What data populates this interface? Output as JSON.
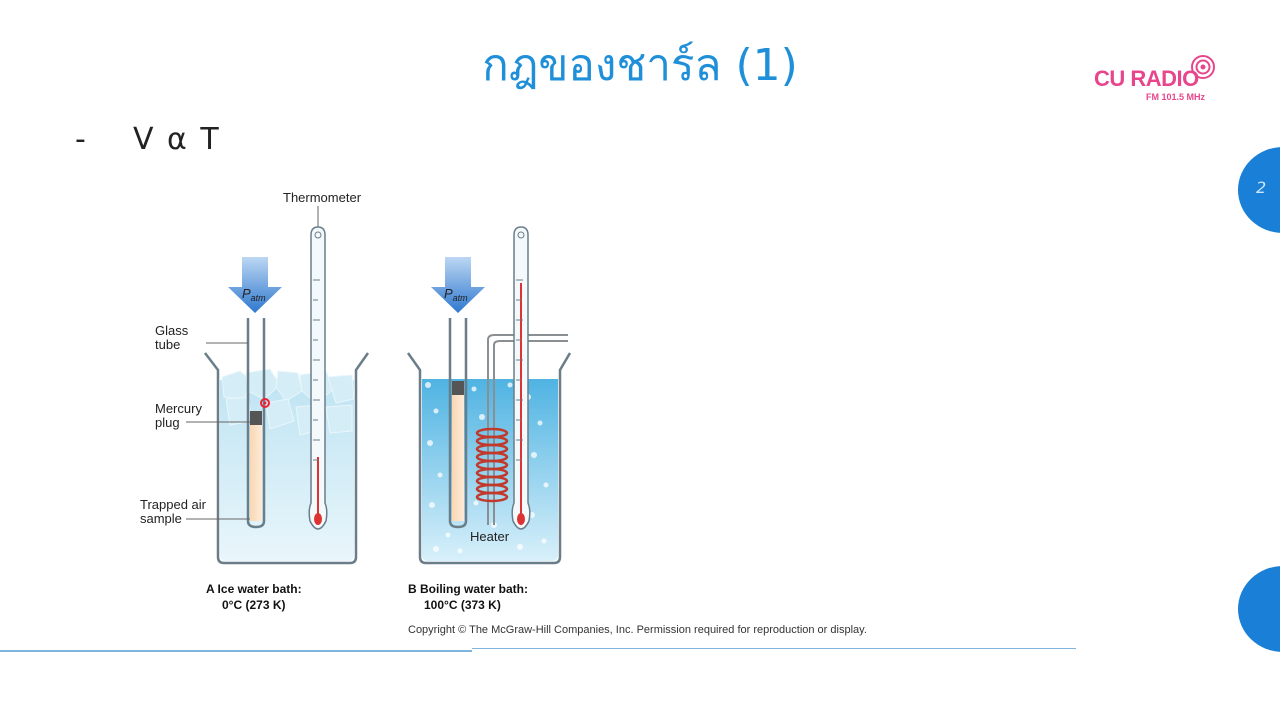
{
  "slide": {
    "title": "กฎของชาร์ล (1)",
    "bullet_dash": "-",
    "bullet_text": "V α T",
    "page_number": "2"
  },
  "logo": {
    "name": "CU RADIO",
    "frequency": "FM 101.5 MHz",
    "color": "#e8468c"
  },
  "figure": {
    "thermometer_label": "Thermometer",
    "patm_symbol": "P",
    "patm_subscript": "atm",
    "glass_tube_line1": "Glass",
    "glass_tube_line2": "tube",
    "mercury_line1": "Mercury",
    "mercury_line2": "plug",
    "trapped_line1": "Trapped air",
    "trapped_line2": "sample",
    "heater_label": "Heater",
    "caption_a_line1": "A  Ice water bath:",
    "caption_a_line2": "0°C (273 K)",
    "caption_b_line1": "B  Boiling water bath:",
    "caption_b_line2": "100°C (373 K)",
    "copyright": "Copyright © The McGraw-Hill Companies, Inc. Permission required for reproduction or display."
  },
  "colors": {
    "title": "#1e8fd8",
    "accent_circle": "#1a7fd6",
    "water": "#a9dbef",
    "arrow": "#3d86d6"
  }
}
